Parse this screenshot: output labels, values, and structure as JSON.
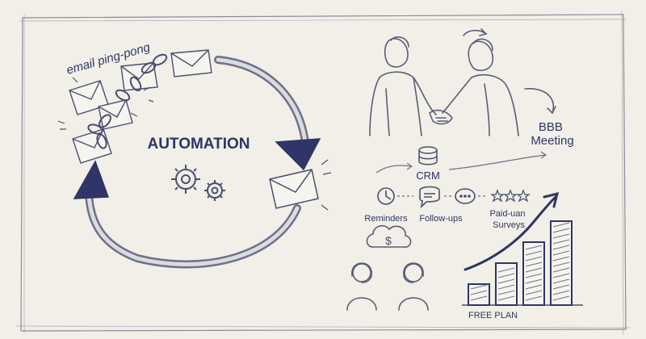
{
  "colors": {
    "paper": "#f1efe7",
    "ink": "#3a3f6e",
    "sketch": "#6e7188",
    "accent": "#2f3566"
  },
  "left_panel": {
    "email_label": "email ping-pong",
    "automation_label": "AUTOMATION",
    "icons": [
      "envelope-icon",
      "chain-icon",
      "gear-icon",
      "cycle-arrow-icon"
    ]
  },
  "right_panel": {
    "meeting_label_line1": "BBB",
    "meeting_label_line2": "Meeting",
    "crm_label": "CRM",
    "steps": [
      {
        "label": "Reminders",
        "icon": "clock-icon"
      },
      {
        "label": "Follow-ups",
        "icon": "chat-bubble-icon"
      },
      {
        "label": "",
        "icon": "chat-dots-icon"
      },
      {
        "label_line1": "Paid-uan",
        "label_line2": "Surveys",
        "icon": "stars-icon"
      }
    ],
    "plan_label": "FREE PLAN",
    "chart_data": {
      "type": "bar",
      "categories": [
        "",
        "",
        "",
        ""
      ],
      "values": [
        1,
        2,
        3,
        4
      ]
    }
  }
}
